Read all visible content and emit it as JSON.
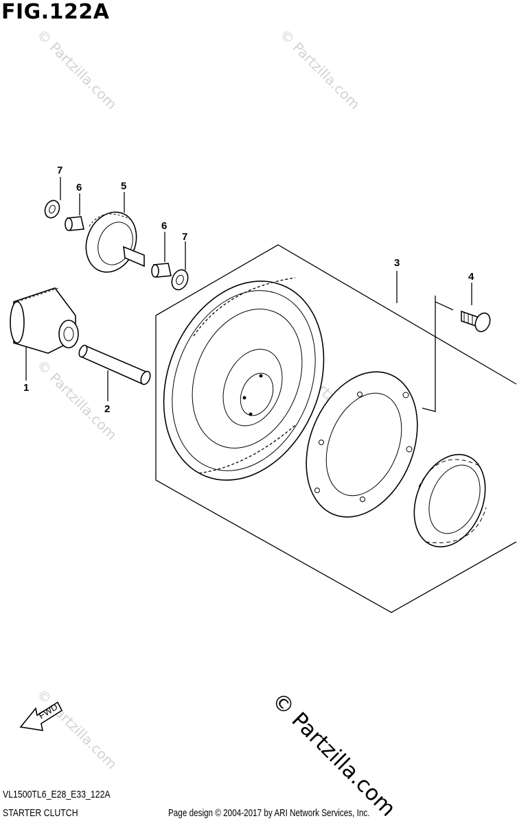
{
  "figure_title": "FIG.122A",
  "model_code": "VL1500TL6_E28_E33_122A",
  "section_name": "STARTER CLUTCH",
  "copyright": "Page design © 2004-2017 by ARI Network Services, Inc.",
  "watermark_small": "© Partzilla.com",
  "watermark_large": "© Partzilla.com",
  "fwd_label": "FWD",
  "callouts": {
    "c1": "1",
    "c2": "2",
    "c3": "3",
    "c4": "4",
    "c5": "5",
    "c6a": "6",
    "c6b": "6",
    "c7a": "7",
    "c7b": "7"
  }
}
